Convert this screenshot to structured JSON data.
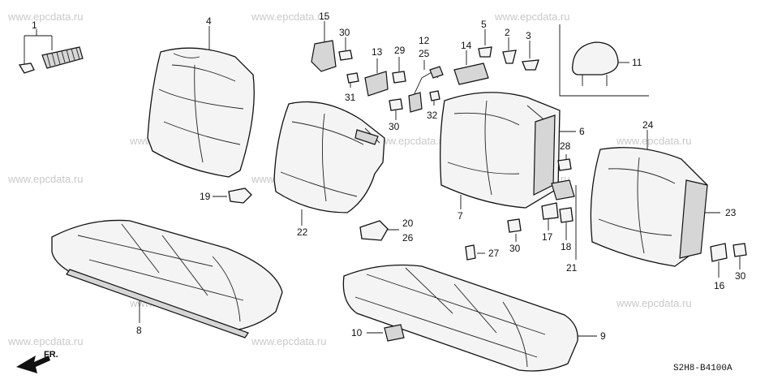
{
  "watermark": "www.epcdata.ru",
  "diagram_code": "S2H8-B4100A",
  "front_arrow_label": "FR.",
  "callouts": {
    "c1": "1",
    "c2": "2",
    "c3": "3",
    "c4": "4",
    "c5": "5",
    "c6": "6",
    "c7": "7",
    "c8": "8",
    "c9": "9",
    "c10": "10",
    "c11": "11",
    "c12": "12",
    "c13": "13",
    "c14": "14",
    "c15": "15",
    "c16": "16",
    "c17": "17",
    "c18": "18",
    "c19": "19",
    "c20": "20",
    "c21": "21",
    "c22": "22",
    "c23": "23",
    "c24": "24",
    "c25": "25",
    "c26": "26",
    "c27": "27",
    "c28": "28",
    "c29": "29",
    "c30a": "30",
    "c30b": "30",
    "c30c": "30",
    "c30d": "30",
    "c31": "31",
    "c32": "32"
  }
}
